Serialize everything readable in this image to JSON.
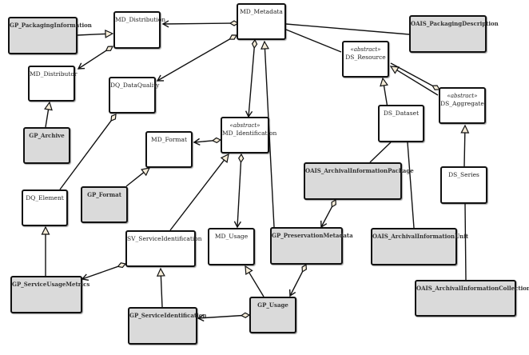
{
  "diagram": {
    "type": "uml-class-diagram",
    "colors": {
      "plain": "#ffffff",
      "profile": "#dadada",
      "line": "#111111",
      "marker": "#f5ecd8"
    },
    "classes": [
      {
        "id": "MD_Metadata",
        "name": "MD_Metadata",
        "stereotype": "",
        "style": "plain"
      },
      {
        "id": "MD_Distribution",
        "name": "MD_Distribution",
        "stereotype": "",
        "style": "plain"
      },
      {
        "id": "GP_PackagingInformation",
        "name": "GP_PackagingInformation",
        "stereotype": "",
        "style": "profile"
      },
      {
        "id": "MD_Distributor",
        "name": "MD_Distributor",
        "stereotype": "",
        "style": "plain"
      },
      {
        "id": "GP_Archive",
        "name": "GP_Archive",
        "stereotype": "",
        "style": "profile"
      },
      {
        "id": "DQ_DataQuality",
        "name": "DQ_DataQuality",
        "stereotype": "",
        "style": "plain"
      },
      {
        "id": "DQ_Element",
        "name": "DQ_Element",
        "stereotype": "",
        "style": "plain"
      },
      {
        "id": "MD_Format",
        "name": "MD_Format",
        "stereotype": "",
        "style": "plain"
      },
      {
        "id": "GP_Format",
        "name": "GP_Format",
        "stereotype": "",
        "style": "profile"
      },
      {
        "id": "MD_Identification",
        "name": "MD_Identification",
        "stereotype": "«abstract»",
        "style": "plain"
      },
      {
        "id": "SV_ServiceIdentification",
        "name": "SV_ServiceIdentification",
        "stereotype": "",
        "style": "plain"
      },
      {
        "id": "GP_ServiceUsageMetrics",
        "name": "GP_ServiceUsageMetrics",
        "stereotype": "",
        "style": "profile"
      },
      {
        "id": "GP_ServiceIdentification",
        "name": "GP_ServiceIdentification",
        "stereotype": "",
        "style": "profile"
      },
      {
        "id": "MD_Usage",
        "name": "MD_Usage",
        "stereotype": "",
        "style": "plain"
      },
      {
        "id": "GP_Usage",
        "name": "GP_Usage",
        "stereotype": "",
        "style": "profile"
      },
      {
        "id": "GP_PreservationMetadata",
        "name": "GP_PreservationMetadata",
        "stereotype": "",
        "style": "profile"
      },
      {
        "id": "OAIS_PackagingDescription",
        "name": "OAIS_PackagingDescription",
        "stereotype": "",
        "style": "profile"
      },
      {
        "id": "DS_Resource",
        "name": "DS_Resource",
        "stereotype": "«abstract»",
        "style": "plain"
      },
      {
        "id": "DS_Aggregate",
        "name": "DS_Aggregate",
        "stereotype": "«abstract»",
        "style": "plain"
      },
      {
        "id": "DS_Dataset",
        "name": "DS_Dataset",
        "stereotype": "",
        "style": "plain"
      },
      {
        "id": "DS_Series",
        "name": "DS_Series",
        "stereotype": "",
        "style": "plain"
      },
      {
        "id": "OAIS_ArchivalInformationPackage",
        "name": "OAIS_ArchivalInformationPackage",
        "stereotype": "",
        "style": "profile"
      },
      {
        "id": "OAIS_ArchivalInformationUnit",
        "name": "OAIS_ArchivalInformationUnit",
        "stereotype": "",
        "style": "profile"
      },
      {
        "id": "OAIS_ArchivalInformationCollection",
        "name": "OAIS_ArchivalInformationCollection",
        "stereotype": "",
        "style": "profile"
      }
    ],
    "relations": [
      {
        "from": "MD_Metadata",
        "to": "MD_Distribution",
        "kind": "aggregation"
      },
      {
        "from": "GP_PackagingInformation",
        "to": "MD_Distribution",
        "kind": "generalization"
      },
      {
        "from": "MD_Distribution",
        "to": "MD_Distributor",
        "kind": "aggregation"
      },
      {
        "from": "GP_Archive",
        "to": "MD_Distributor",
        "kind": "generalization"
      },
      {
        "from": "MD_Metadata",
        "to": "DQ_DataQuality",
        "kind": "aggregation"
      },
      {
        "from": "DQ_DataQuality",
        "to": "DQ_Element",
        "kind": "aggregation-undirected"
      },
      {
        "from": "MD_Metadata",
        "to": "MD_Identification",
        "kind": "aggregation"
      },
      {
        "from": "GP_PreservationMetadata",
        "to": "MD_Metadata",
        "kind": "generalization"
      },
      {
        "from": "MD_Metadata",
        "to": "OAIS_PackagingDescription",
        "kind": "association"
      },
      {
        "from": "MD_Metadata",
        "to": "DS_Resource",
        "kind": "association"
      },
      {
        "from": "MD_Identification",
        "to": "MD_Format",
        "kind": "aggregation"
      },
      {
        "from": "GP_Format",
        "to": "MD_Format",
        "kind": "generalization"
      },
      {
        "from": "SV_ServiceIdentification",
        "to": "MD_Identification",
        "kind": "generalization"
      },
      {
        "from": "MD_Identification",
        "to": "MD_Usage",
        "kind": "aggregation"
      },
      {
        "from": "GP_ServiceUsageMetrics",
        "to": "DQ_Element",
        "kind": "generalization"
      },
      {
        "from": "SV_ServiceIdentification",
        "to": "GP_ServiceUsageMetrics",
        "kind": "aggregation"
      },
      {
        "from": "GP_ServiceIdentification",
        "to": "SV_ServiceIdentification",
        "kind": "generalization"
      },
      {
        "from": "GP_Usage",
        "to": "GP_ServiceIdentification",
        "kind": "aggregation"
      },
      {
        "from": "GP_Usage",
        "to": "MD_Usage",
        "kind": "generalization"
      },
      {
        "from": "GP_PreservationMetadata",
        "to": "GP_Usage",
        "kind": "aggregation"
      },
      {
        "from": "OAIS_ArchivalInformationPackage",
        "to": "GP_PreservationMetadata",
        "kind": "aggregation"
      },
      {
        "from": "DS_Dataset",
        "to": "DS_Resource",
        "kind": "generalization"
      },
      {
        "from": "DS_Aggregate",
        "to": "DS_Resource",
        "kind": "generalization"
      },
      {
        "from": "DS_Aggregate",
        "to": "DS_Resource",
        "kind": "aggregation-undirected"
      },
      {
        "from": "DS_Series",
        "to": "DS_Aggregate",
        "kind": "generalization"
      },
      {
        "from": "DS_Dataset",
        "to": "OAIS_ArchivalInformationPackage",
        "kind": "association"
      },
      {
        "from": "DS_Dataset",
        "to": "OAIS_ArchivalInformationUnit",
        "kind": "association"
      },
      {
        "from": "DS_Series",
        "to": "OAIS_ArchivalInformationCollection",
        "kind": "association"
      }
    ]
  }
}
